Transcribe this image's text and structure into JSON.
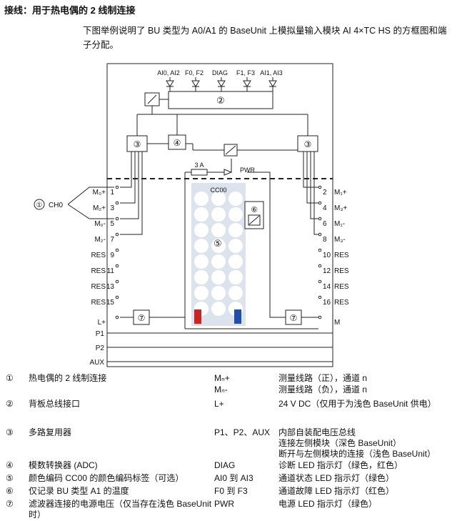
{
  "heading": "接线：用于热电偶的 2 线制连接",
  "intro": "下图举例说明了 BU 类型为 A0/A1 的 BaseUnit 上模拟量输入模块 AI 4×TC HS 的方框图和端子分配。",
  "diagram": {
    "led_labels": [
      "AI0, AI2",
      "F0, F2",
      "DIAG",
      "F1, F3",
      "AI1, AI3"
    ],
    "block_numbers": {
      "backplane": "②",
      "mux": "③",
      "adc": "④",
      "temp": "⑥",
      "label": "⑤",
      "filter": "⑦",
      "channel": "①"
    },
    "channel_label": "CH0",
    "fuse_label": "3 A",
    "pwr_label": "PWR",
    "color_code": "CC00",
    "left_terminals": [
      {
        "num": "1",
        "label": "M₀+"
      },
      {
        "num": "3",
        "label": "M₂+"
      },
      {
        "num": "5",
        "label": "M₀-"
      },
      {
        "num": "7",
        "label": "M₂-"
      },
      {
        "num": "9",
        "label": "RES"
      },
      {
        "num": "11",
        "label": "RES"
      },
      {
        "num": "13",
        "label": "RES"
      },
      {
        "num": "15",
        "label": "RES"
      },
      {
        "num": "",
        "label": "L+"
      }
    ],
    "right_terminals": [
      {
        "num": "2",
        "label": "M₁+"
      },
      {
        "num": "4",
        "label": "M₃+"
      },
      {
        "num": "6",
        "label": "M₁-"
      },
      {
        "num": "8",
        "label": "M₃-"
      },
      {
        "num": "10",
        "label": "RES"
      },
      {
        "num": "12",
        "label": "RES"
      },
      {
        "num": "14",
        "label": "RES"
      },
      {
        "num": "16",
        "label": "RES"
      },
      {
        "num": "",
        "label": "M"
      }
    ],
    "bus_labels": [
      "P1",
      "P2",
      "AUX"
    ],
    "colors": {
      "red": "#cc2222",
      "blue": "#1f4fa8",
      "panel": "#dde3ec",
      "frame": "#222222"
    }
  },
  "legend": [
    {
      "num": "①",
      "text": "热电偶的 2 线制连接",
      "sym": "Mₙ+",
      "desc": "测量线路（正），通道 n"
    },
    {
      "num": "",
      "text": "",
      "sym": "Mₙ-",
      "desc": "测量线路（负），通道 n"
    },
    {
      "num": "②",
      "text": "背板总线接口",
      "sym": "L+",
      "desc": "24 V DC（仅用于为浅色 BaseUnit 供电）"
    },
    {
      "num": "③",
      "text": "多路复用器",
      "sym": "P1、P2、AUX",
      "desc": "内部自装配电压总线\n连接左侧模块（深色 BaseUnit）\n断开与左侧模块的连接（浅色 BaseUnit）"
    },
    {
      "num": "④",
      "text": "模数转换器 (ADC)",
      "sym": "DIAG",
      "desc": "诊断 LED 指示灯（绿色，红色）"
    },
    {
      "num": "⑤",
      "text": "颜色编码 CC00 的颜色编码标签（可选）",
      "sym": "AI0 到 AI3",
      "desc": "通道状态 LED 指示灯（绿色）"
    },
    {
      "num": "⑥",
      "text": "仅记录 BU 类型 A1 的温度",
      "sym": "F0 到 F3",
      "desc": "通道故障 LED 指示灯（红色）"
    },
    {
      "num": "⑦",
      "text": "滤波器连接的电源电压（仅当存在浅色 BaseUnit 时）",
      "sym": "PWR",
      "desc": "电源 LED 指示灯（绿色）"
    }
  ]
}
